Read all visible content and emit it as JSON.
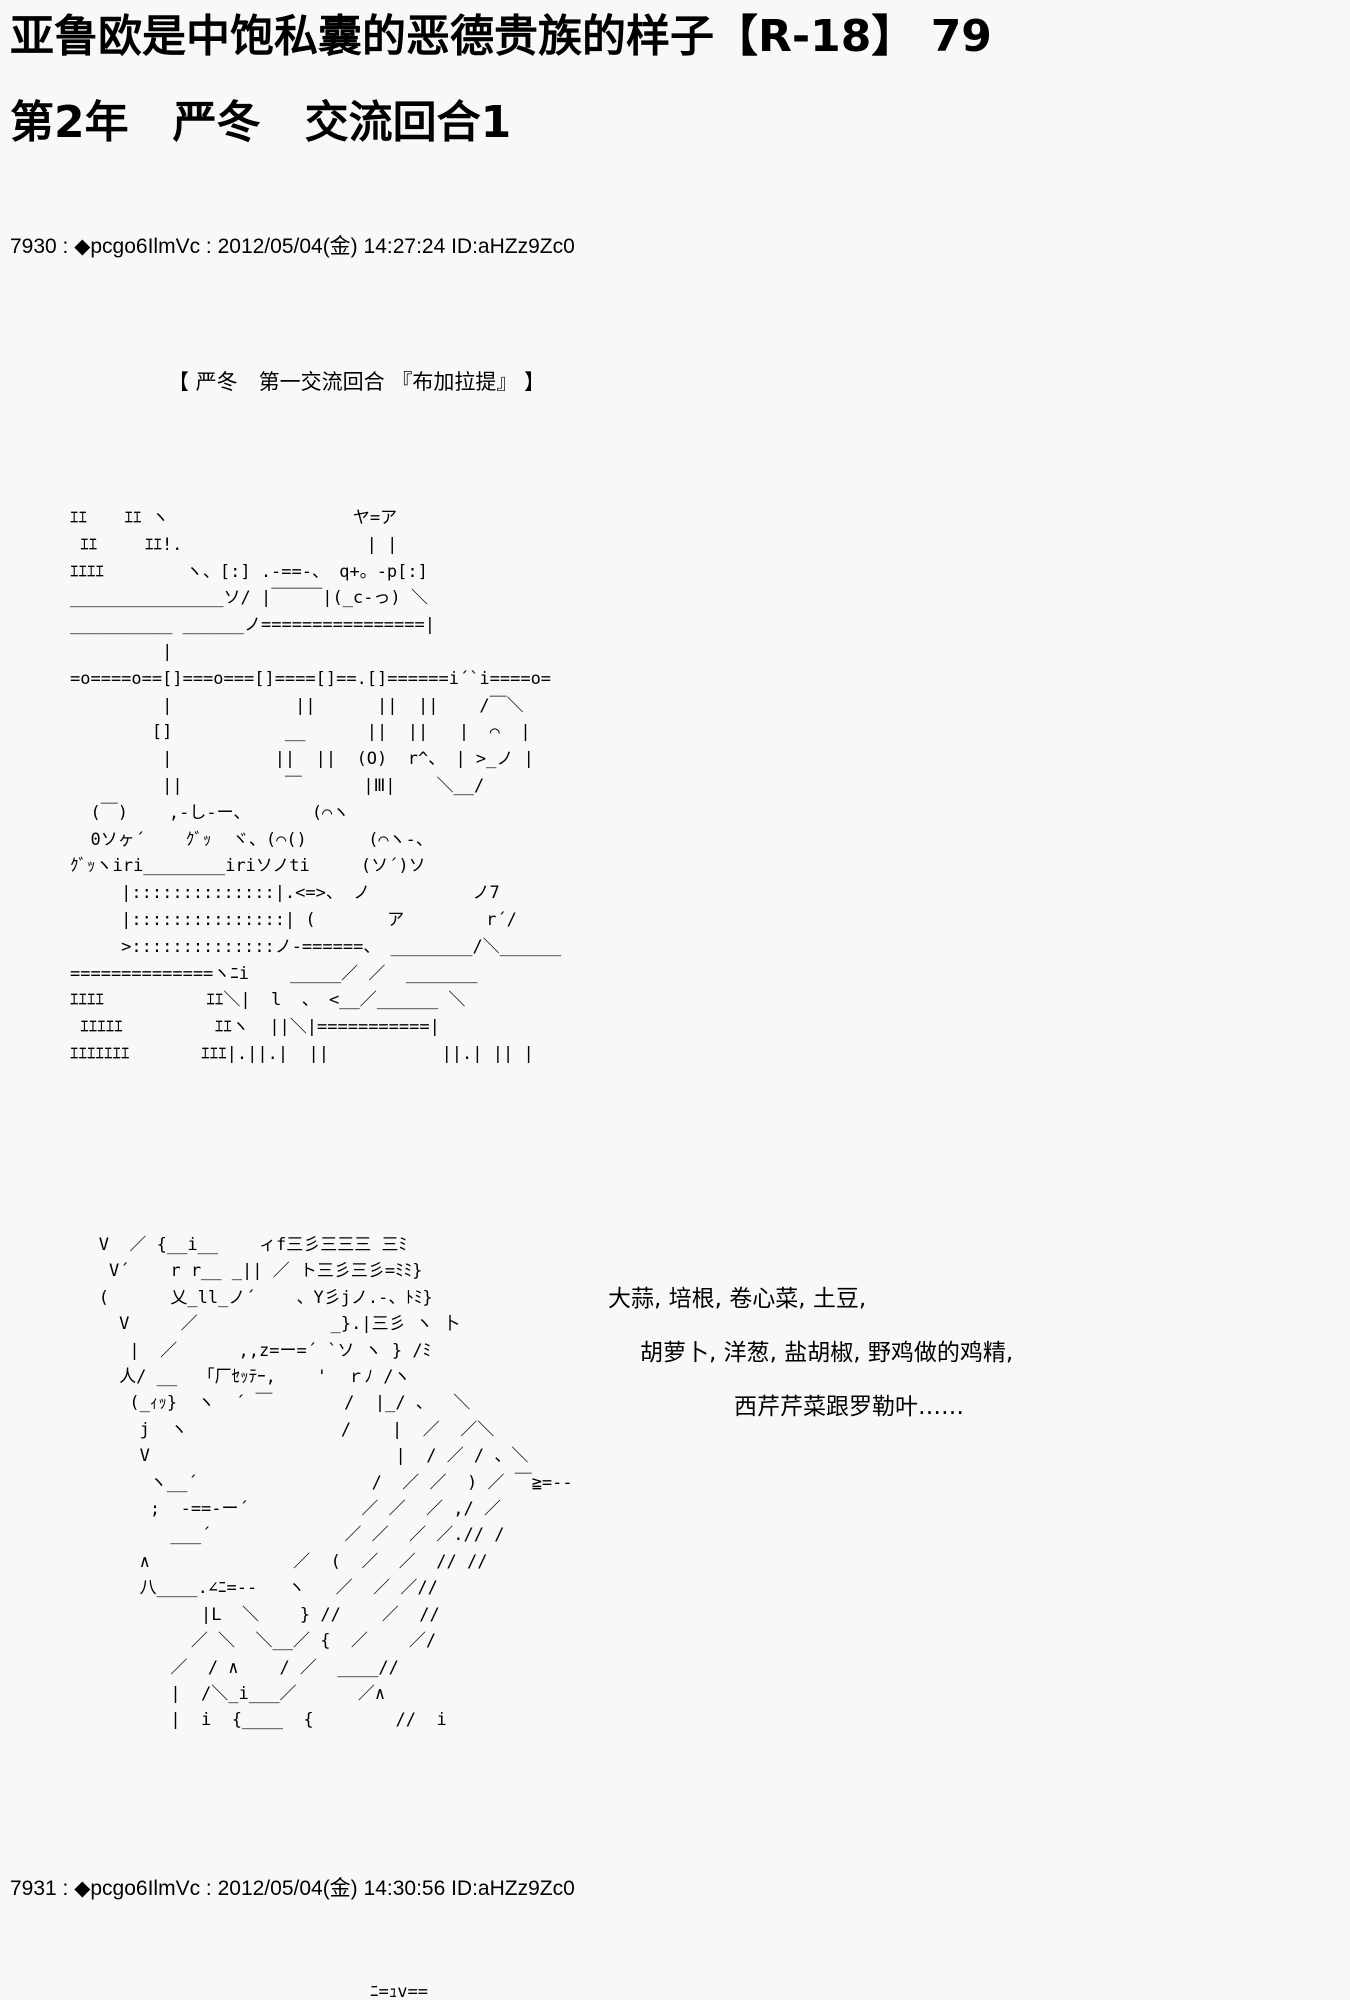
{
  "title": "亚鲁欧是中饱私囊的恶德贵族的样子【R-18】 79",
  "chapter": "第2年　严冬　交流回合1",
  "posts": [
    {
      "header": "7930 : ◆pcgo6IlmVc : 2012/05/04(金) 14:27:24 ID:aHZz9Zc0"
    },
    {
      "header": "7931 : ◆pcgo6IlmVc : 2012/05/04(金) 14:30:56 ID:aHZz9Zc0"
    }
  ],
  "scene_caption": "【 严冬　第一交流回合 『布加拉提』 】",
  "narration": [
    "大蒜, 培根, 卷心菜, 土豆,",
    "胡萝卜, 洋葱, 盐胡椒, 野鸡做的鸡精,",
    "西芹芹菜跟罗勒叶……"
  ],
  "ascii_art": {
    "kitchen": "ｴｴ　  ｴｴ ヽ                  ヤ=ア\n ｴｴ　   ｴｴ!.                  | |\nｴｴｴｴ        ヽ、[:] .-==-、 q+。-p[:]\n_______________ソ/ |￣￣￣|(_c-っ) ＼\n__________ ______ノ================|\n         |\n=o====o==[]===o===[]====[]==.[]======i´`i====o=\n         |            ||      ||  ||    /￣＼\n        []           __      ||  ||   |  ⌒  |\n         |          ||  ||  (O)  r^、 | >_ノ |\n         ||          ￣      |Ⅲ|    ＼__/\n  (￣)    ,-し-ー、      (⌒ヽ\n  0ソヶ´    ｸﾞｯ  ヾ、(⌒()      (⌒ヽ-、\nｸﾞｯヽiri________iriソノti     (ソ´)ソ\n     |::::::::::::::|.<=>、 ノ          ノ7\n     |:::::::::::::::| (       ア        r´/\n     >::::::::::::::ノ-======、 ________/＼______\n==============ヽﾆi    _____／ ／  _______\nｴｴｴｴ          ｴｴ＼|  l  、 <__／______ ＼\n ｴｴｴｴｴ         ｴｴヽ  ||＼|===========|\nｴｴｴｴｴｴｴ       ｴｴｴ|.||.|  ||           ||.| || |",
    "face": "   V  ／ {__i__    ィf三彡三三三 三ﾐ\n    V´    r r__ _|| ／ ト三彡三彡=ﾐﾐ}\n   (      乂_ll_ノ´    、Y彡jノ.-、ﾄﾐ}\n     V     ／             _}.|三彡 ヽ 卜\n      |  ／      ,,z=ー=´ `ソ ヽ } /ﾐ\n     人/ __  「厂ｾｯﾃｰ,    '  ｒﾉ /ヽ\n      (_ｨｯ}  ヽ  ´ ￣       /  |_/ 、  ＼\n       j  ヽ               /    |  ／  ／＼\n       V                        |  / ／ / 、＼\n        ヽ__´                 /  ／ ／  ) ／ ￣≧=--\n        ;  -==-ー´           ／ ／  ／ ,/ ／\n          ___´             ／ ／  ／ ／.// /\n       ∧              ／  (  ／  ／  // //\n       八____.∠ﾆ=--   ヽ   ／  ／ ／//\n             |L  ＼    } //    ／  //\n            ／ ＼  ＼__／ {  ／    ／/\n          ／  / ∧    / ／  ____//\n          |  /＼_i___／      ／∧\n          |  i  {____  {        //  i",
    "tail": "ﾆ=ｭv=="
  }
}
